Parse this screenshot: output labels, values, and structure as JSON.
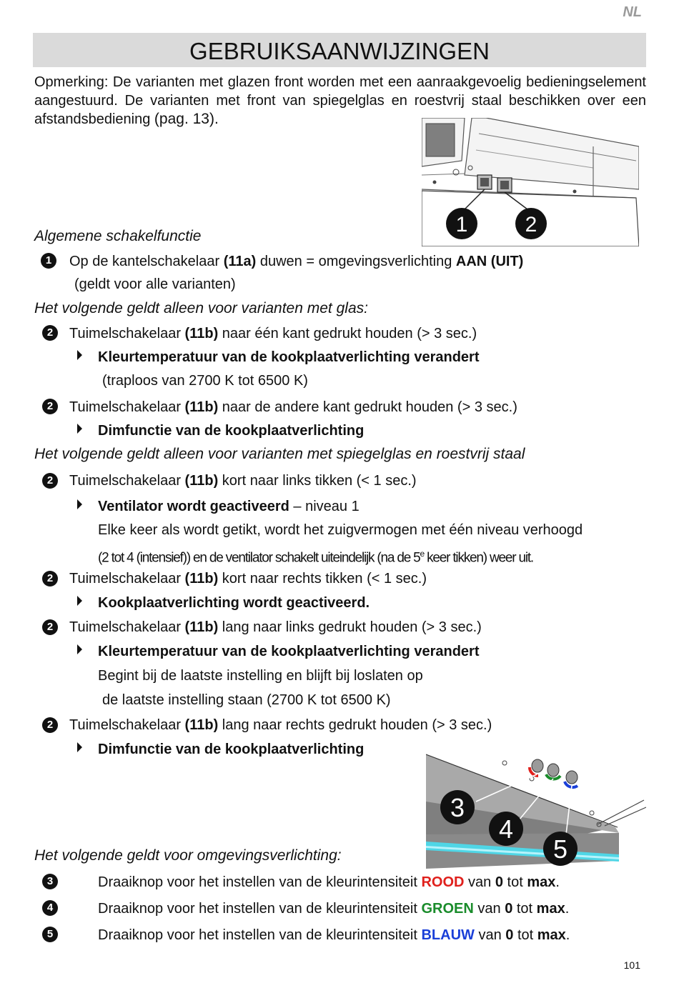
{
  "header": {
    "lang": "NL",
    "title": "GEBRUIKSAANWIJZINGEN"
  },
  "intro": {
    "text": "Opmerking: De varianten met glazen front worden met een aanraakgevoelig bedieningselement aangestuurd. De varianten met front van spiegelglas en roestvrij staal beschikken over een afstandsbediening",
    "page_ref": "(pag. 13)."
  },
  "figure1": {
    "label1": "1",
    "label2": "2"
  },
  "figure2": {
    "label3": "3",
    "label4": "4",
    "label5": "5"
  },
  "sec1": {
    "heading": "Algemene schakelfunctie",
    "num": "1",
    "l1a": "Op de kantelschakelaar ",
    "l1b": "(11a)",
    "l1c": " duwen = omgevingsverlichting ",
    "l1d": "AAN (UIT)",
    "l2": "(geldt voor alle varianten)"
  },
  "sec2": {
    "heading": "Het volgende geldt alleen voor varianten met glas:",
    "i1": {
      "num": "2",
      "a": "Tuimelschakelaar ",
      "b": "(11b)",
      "c": " naar één kant gedrukt houden (> 3 sec.)"
    },
    "i1s": "Kleurtemperatuur van de kookplaatverlichting verandert",
    "i1s2": "(traploos van 2700 K tot 6500 K)",
    "i2": {
      "num": "2",
      "a": "Tuimelschakelaar ",
      "b": "(11b)",
      "c": " naar de andere kant gedrukt houden (> 3 sec.)"
    },
    "i2s": "Dimfunctie van de kookplaatverlichting"
  },
  "sec3": {
    "heading": "Het volgende geldt alleen voor varianten met spiegelglas en roestvrij staal",
    "i1": {
      "num": "2",
      "a": "Tuimelschakelaar ",
      "b": "(11b)",
      "c": " kort naar links tikken (< 1 sec.)"
    },
    "i1s_bold": "Ventilator wordt geactiveerd",
    "i1s_rest": " – niveau 1",
    "i1s2": "Elke keer als wordt getikt, wordt het zuigvermogen met één niveau verhoogd",
    "i1s3a": "(2 tot 4 (intensief)) en de ventilator schakelt uiteindelijk (na de 5",
    "i1s3sup": "e",
    "i1s3b": " keer tikken) weer uit.",
    "i2": {
      "num": "2",
      "a": "Tuimelschakelaar ",
      "b": "(11b)",
      "c": " kort naar rechts tikken (< 1 sec.)"
    },
    "i2s": "Kookplaatverlichting wordt geactiveerd.",
    "i3": {
      "num": "2",
      "a": "Tuimelschakelaar ",
      "b": "(11b)",
      "c": " lang naar links gedrukt houden (> 3 sec.)"
    },
    "i3s": "Kleurtemperatuur van de kookplaatverlichting verandert",
    "i3s2": "Begint bij de laatste instelling en blijft bij loslaten op",
    "i3s3": "de laatste instelling staan (2700 K tot 6500 K)",
    "i4": {
      "num": "2",
      "a": "Tuimelschakelaar ",
      "b": "(11b)",
      "c": " lang naar rechts gedrukt houden (> 3 sec.)"
    },
    "i4s": "Dimfunctie van de kookplaatverlichting"
  },
  "sec4": {
    "heading": "Het volgende geldt voor omgevingsverlichting:",
    "items": [
      {
        "num": "3",
        "pre": "Draaiknop voor het instellen van de kleurintensiteit ",
        "color": "ROOD",
        "mid": " van ",
        "from": "0",
        "to_word": " tot ",
        "to": "max",
        "end": "."
      },
      {
        "num": "4",
        "pre": "Draaiknop voor het instellen van de kleurintensiteit ",
        "color": "GROEN",
        "mid": " van ",
        "from": "0",
        "to_word": " tot ",
        "to": "max",
        "end": "."
      },
      {
        "num": "5",
        "pre": "Draaiknop voor het instellen van de kleurintensiteit ",
        "color": "BLAUW",
        "mid": " van ",
        "from": "0",
        "to_word": " tot ",
        "to": "max",
        "end": "."
      }
    ]
  },
  "footer": {
    "page": "101"
  }
}
